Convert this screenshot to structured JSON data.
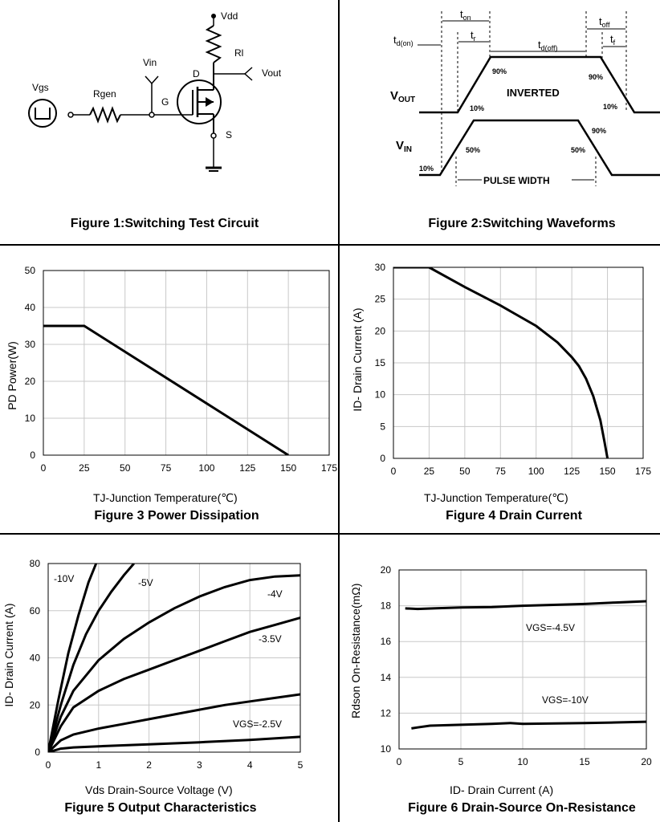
{
  "figures": {
    "fig1": {
      "caption": "Figure 1:Switching Test Circuit",
      "labels": {
        "vdd": "Vdd",
        "rl": "Rl",
        "vout": "Vout",
        "vin": "Vin",
        "d": "D",
        "g": "G",
        "s": "S",
        "rgen": "Rgen",
        "vgs": "Vgs"
      }
    },
    "fig2": {
      "caption": "Figure 2:Switching Waveforms",
      "labels": {
        "ton": "t",
        "ton_sub": "on",
        "tr": "t",
        "tr_sub": "r",
        "toff": "t",
        "toff_sub": "off",
        "tf": "t",
        "tf_sub": "f",
        "tdon": "t",
        "tdon_sub": "d(on)",
        "tdoff": "t",
        "tdoff_sub": "d(off)",
        "vout": "V",
        "vout_sub": "OUT",
        "vin": "V",
        "vin_sub": "IN",
        "inverted": "INVERTED",
        "pulse": "PULSE WIDTH",
        "p90a": "90%",
        "p90b": "90%",
        "p10a": "10%",
        "p10b": "10%",
        "p90c": "90%",
        "p50a": "50%",
        "p50b": "50%",
        "p10c": "10%"
      }
    },
    "fig3": {
      "caption": "Figure 3 Power Dissipation",
      "xlabel": "TJ-Junction Temperature(℃)",
      "ylabel": "PD  Power(W)"
    },
    "fig4": {
      "caption": "Figure 4 Drain Current",
      "xlabel": "TJ-Junction Temperature(℃)",
      "ylabel": "ID- Drain Current (A)"
    },
    "fig5": {
      "caption": "Figure 5 Output Characteristics",
      "xlabel": "Vds Drain-Source Voltage (V)",
      "ylabel": "ID- Drain Current (A)"
    },
    "fig6": {
      "caption": "Figure 6 Drain-Source On-Resistance",
      "xlabel": "ID- Drain Current (A)",
      "ylabel": "Rdson On-Resistance(mΩ)"
    }
  },
  "chart_data": [
    {
      "id": "fig3",
      "type": "line",
      "title": "Figure 3 Power Dissipation",
      "xlabel": "TJ-Junction Temperature(℃)",
      "ylabel": "PD  Power(W)",
      "xlim": [
        0,
        175
      ],
      "ylim": [
        0,
        50
      ],
      "xticks": [
        0,
        25,
        50,
        75,
        100,
        125,
        150,
        175
      ],
      "yticks": [
        0,
        10,
        20,
        30,
        40,
        50
      ],
      "grid": true,
      "series": [
        {
          "x": [
            0,
            25,
            150
          ],
          "y": [
            35,
            35,
            0
          ]
        }
      ]
    },
    {
      "id": "fig4",
      "type": "line",
      "title": "Figure 4 Drain Current",
      "xlabel": "TJ-Junction Temperature(℃)",
      "ylabel": "ID- Drain Current (A)",
      "xlim": [
        0,
        175
      ],
      "ylim": [
        0,
        30
      ],
      "xticks": [
        0,
        25,
        50,
        75,
        100,
        125,
        150,
        175
      ],
      "yticks": [
        0,
        5,
        10,
        15,
        20,
        25,
        30
      ],
      "grid": true,
      "series": [
        {
          "x": [
            0,
            25,
            50,
            75,
            100,
            115,
            125,
            130,
            135,
            140,
            145,
            148,
            150
          ],
          "y": [
            30,
            30,
            26.9,
            24.0,
            20.8,
            18.2,
            15.9,
            14.5,
            12.5,
            9.8,
            6.0,
            2.5,
            0
          ]
        }
      ]
    },
    {
      "id": "fig5",
      "type": "line",
      "title": "Figure 5 Output Characteristics",
      "xlabel": "Vds Drain-Source Voltage (V)",
      "ylabel": "ID- Drain Current (A)",
      "xlim": [
        0,
        5
      ],
      "ylim": [
        0,
        80
      ],
      "xticks": [
        0,
        1,
        2,
        3,
        4,
        5
      ],
      "yticks": [
        0,
        20,
        40,
        60,
        80
      ],
      "grid": true,
      "annotations": [
        "-10V",
        "-5V",
        "-4V",
        "-3.5V",
        "VGS=-2.5V"
      ],
      "series": [
        {
          "name": "-10V",
          "x": [
            0,
            0.2,
            0.4,
            0.6,
            0.8,
            0.95
          ],
          "y": [
            0,
            22,
            42,
            58,
            72,
            80
          ]
        },
        {
          "name": "-5V",
          "x": [
            0,
            0.25,
            0.5,
            0.75,
            1.0,
            1.25,
            1.5,
            1.7
          ],
          "y": [
            0,
            20,
            37,
            50,
            60,
            68,
            75,
            80
          ]
        },
        {
          "name": "-4V",
          "x": [
            0,
            0.25,
            0.5,
            1,
            1.5,
            2,
            2.5,
            3,
            3.5,
            4,
            4.5,
            5
          ],
          "y": [
            0,
            15,
            26,
            39,
            48,
            55,
            61,
            66,
            70,
            73,
            74.5,
            75
          ]
        },
        {
          "name": "-3.5V",
          "x": [
            0,
            0.25,
            0.5,
            1,
            1.5,
            2,
            2.5,
            3,
            3.5,
            4,
            4.5,
            5
          ],
          "y": [
            0,
            11,
            19,
            26,
            31,
            35,
            39,
            43,
            47,
            51,
            54,
            57
          ]
        },
        {
          "name": "VGS=-2.5V",
          "x": [
            0,
            0.25,
            0.5,
            1,
            1.5,
            2,
            2.5,
            3,
            3.5,
            4,
            4.5,
            5
          ],
          "y": [
            0,
            5,
            7.5,
            10,
            12,
            14,
            16,
            18,
            20,
            21.5,
            23,
            24.5
          ]
        },
        {
          "x": [
            0,
            0.25,
            0.5,
            1,
            2,
            3,
            4,
            5
          ],
          "y": [
            0,
            1.5,
            2,
            2.5,
            3.3,
            4.2,
            5.2,
            6.5
          ]
        }
      ]
    },
    {
      "id": "fig6",
      "type": "line",
      "title": "Figure 6 Drain-Source On-Resistance",
      "xlabel": "ID- Drain Current (A)",
      "ylabel": "Rdson On-Resistance(mΩ)",
      "xlim": [
        0,
        20
      ],
      "ylim": [
        10,
        20
      ],
      "xticks": [
        0,
        5,
        10,
        15,
        20
      ],
      "yticks": [
        10,
        12,
        14,
        16,
        18,
        20
      ],
      "grid": true,
      "annotations": [
        "VGS=-4.5V",
        "VGS=-10V"
      ],
      "series": [
        {
          "name": "VGS=-4.5V",
          "x": [
            0.5,
            1.5,
            3,
            5,
            7.5,
            10,
            12.5,
            15,
            17.5,
            20
          ],
          "y": [
            17.85,
            17.82,
            17.86,
            17.9,
            17.93,
            18.0,
            18.05,
            18.1,
            18.18,
            18.25
          ]
        },
        {
          "name": "VGS=-10V",
          "x": [
            1,
            1.5,
            2.5,
            5,
            7.5,
            9,
            10,
            12.5,
            15,
            17.5,
            20
          ],
          "y": [
            11.15,
            11.2,
            11.3,
            11.35,
            11.4,
            11.45,
            11.4,
            11.42,
            11.45,
            11.48,
            11.52
          ]
        }
      ]
    }
  ]
}
